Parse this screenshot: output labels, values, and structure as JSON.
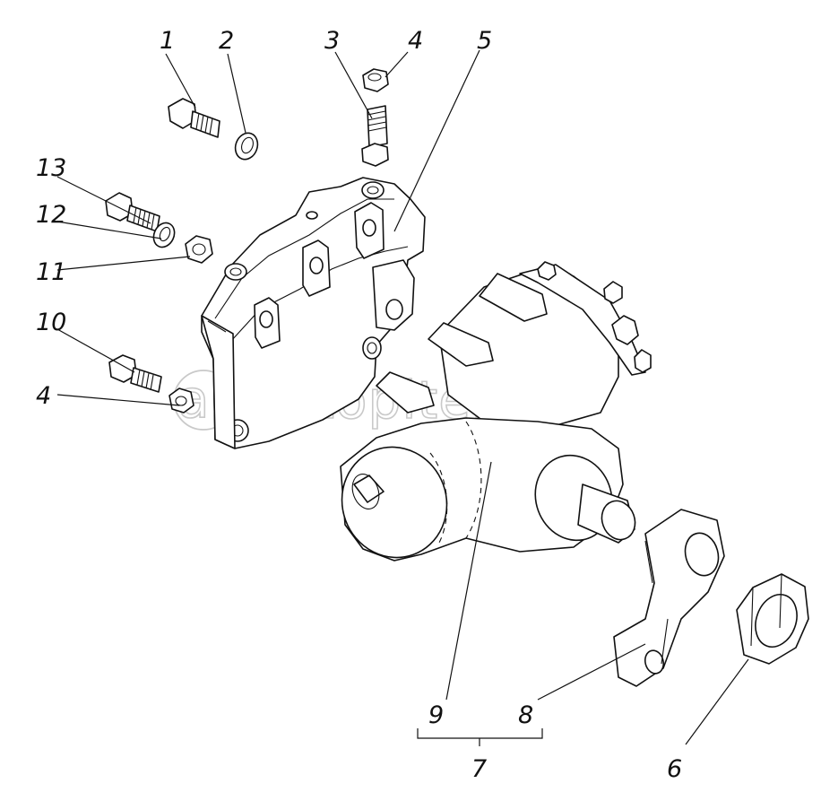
{
  "diagram": {
    "callouts": [
      "1",
      "2",
      "3",
      "4",
      "5",
      "13",
      "12",
      "11",
      "10",
      "4",
      "9",
      "8",
      "7",
      "6"
    ]
  },
  "watermark": {
    "text": "autopiter.ru",
    "logo_glyph": "a»"
  }
}
